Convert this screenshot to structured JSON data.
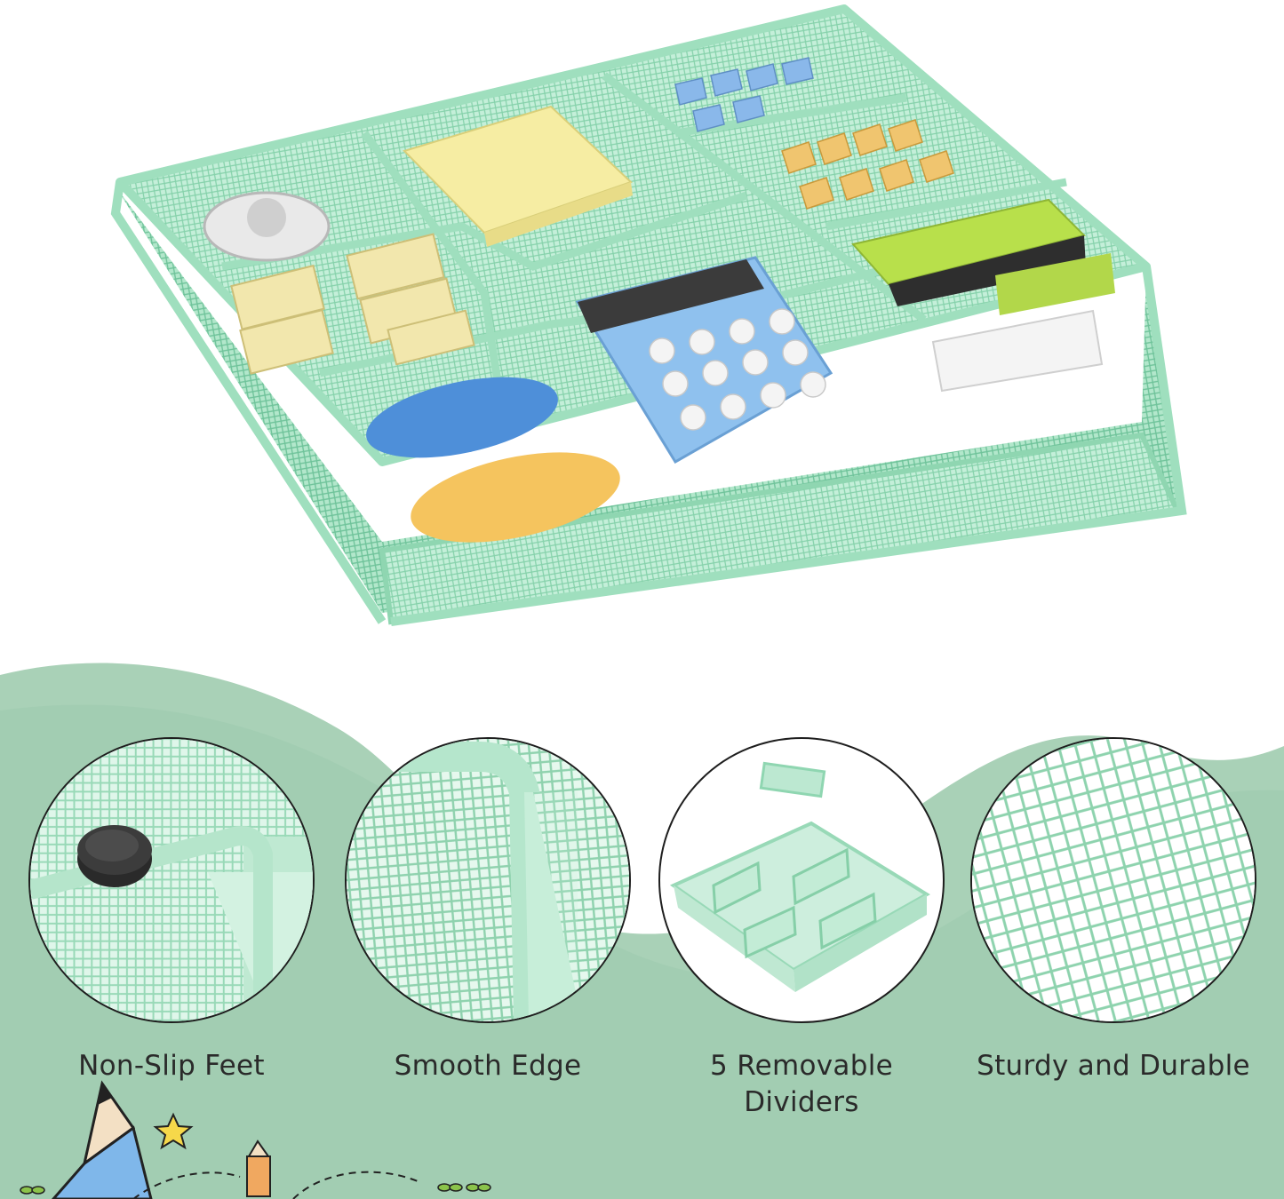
{
  "colors": {
    "mint": "#a9e3c6",
    "mint_dark": "#7fcba6",
    "background_wave": "#a7cfb5",
    "text": "#2a2a2a"
  },
  "features": [
    {
      "label": "Non-Slip Feet",
      "icon": "non-slip-foot-icon"
    },
    {
      "label": "Smooth Edge",
      "icon": "smooth-edge-icon"
    },
    {
      "label": "5 Removable Dividers",
      "icon": "removable-dividers-icon"
    },
    {
      "label": "Sturdy and Durable",
      "icon": "mesh-icon"
    }
  ]
}
